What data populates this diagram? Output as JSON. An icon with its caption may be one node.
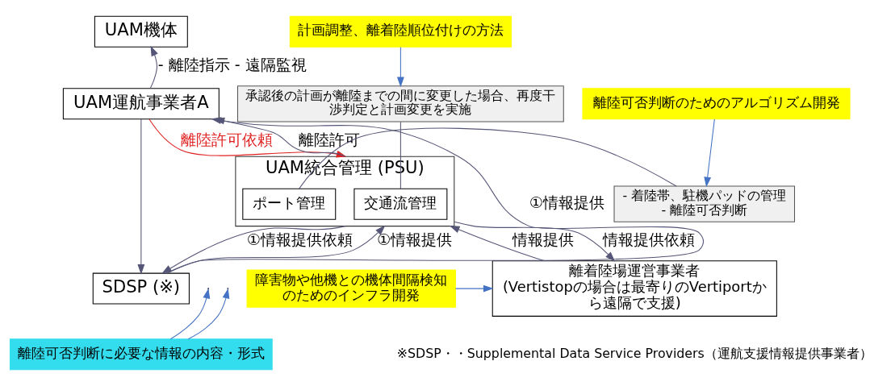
{
  "diagram": {
    "nodes": [
      {
        "text": [
          "UAM機体"
        ]
      },
      {
        "text": [
          "UAM運航事業者A"
        ]
      },
      {
        "text": [
          "UAM統合管理 (PSU)"
        ]
      },
      {
        "text": [
          "交通流管理"
        ],
        "in": 2
      },
      {
        "text": [
          "ポート管理"
        ],
        "in": 2
      },
      {
        "text": [
          "SDSP (※)"
        ]
      },
      {
        "text": [
          "離着陸場運営事業者",
          "(Vertistopの場合は最寄りのVertiportから遠隔で支援)"
        ]
      },
      {
        "text": [
          "承認後の計画が離陸までの間に変更した場合、再度干渉判定と計画変更を実施"
        ]
      },
      {
        "text": [
          "- 着陸帯、駐機パッドの管理",
          "- 離陸可否判断"
        ]
      },
      {
        "text": [
          "計画調整、離着陸順位付けの方法"
        ]
      },
      {
        "text": [
          "離陸可否判断のためのアルゴリズム開発"
        ]
      },
      {
        "text": [
          "障害物や他機との機体間隔検知のためのインフラ開発"
        ]
      },
      {
        "text": [
          "離陸可否判断に必要な情報の内容・形式"
        ]
      }
    ],
    "edges": [
      {
        "from": 1,
        "to": 0,
        "arrow": "to",
        "label": "- 離陸指示 - 遠隔監視"
      },
      {
        "from": 5,
        "to": 1,
        "arrow": "to",
        "label": "①情報提供"
      },
      {
        "from": 1,
        "to": 5,
        "arrow": "to"
      },
      {
        "from": 1,
        "to": 2,
        "arrow": "to",
        "label": "離陸許可依頼",
        "color": "#e02020"
      },
      {
        "from": 2,
        "to": 1,
        "arrow": "to",
        "label": "離陸許可"
      },
      {
        "from": 2,
        "to": 5,
        "arrow": "to",
        "label": "①情報提供依頼"
      },
      {
        "from": 5,
        "to": 2,
        "arrow": "to",
        "label": "①情報提供"
      },
      {
        "from": 2,
        "to": 6,
        "arrow": "to",
        "label": "情報提供依頼"
      },
      {
        "from": 6,
        "to": 2,
        "arrow": "to",
        "label": "情報提供"
      },
      {
        "from": 7,
        "to": 3,
        "arrow": "none"
      },
      {
        "from": 8,
        "to": 4,
        "arrow": "none"
      },
      {
        "from": 9,
        "to": 7,
        "arrow": "to",
        "color": "#4472c4"
      },
      {
        "from": 10,
        "to": 8,
        "arrow": "to",
        "color": "#4472c4"
      },
      {
        "from": 11,
        "to": 6,
        "arrow": "to",
        "color": "#4472c4"
      },
      {
        "from": 12,
        "to": null,
        "arrow": "to",
        "color": "#4472c4"
      },
      {
        "from": 12,
        "to": null,
        "arrow": "to",
        "color": "#4472c4"
      }
    ],
    "labels": [
      "※SDSP・・Supplemental Data Service Providers（運航支援情報提供事業者）"
    ]
  }
}
